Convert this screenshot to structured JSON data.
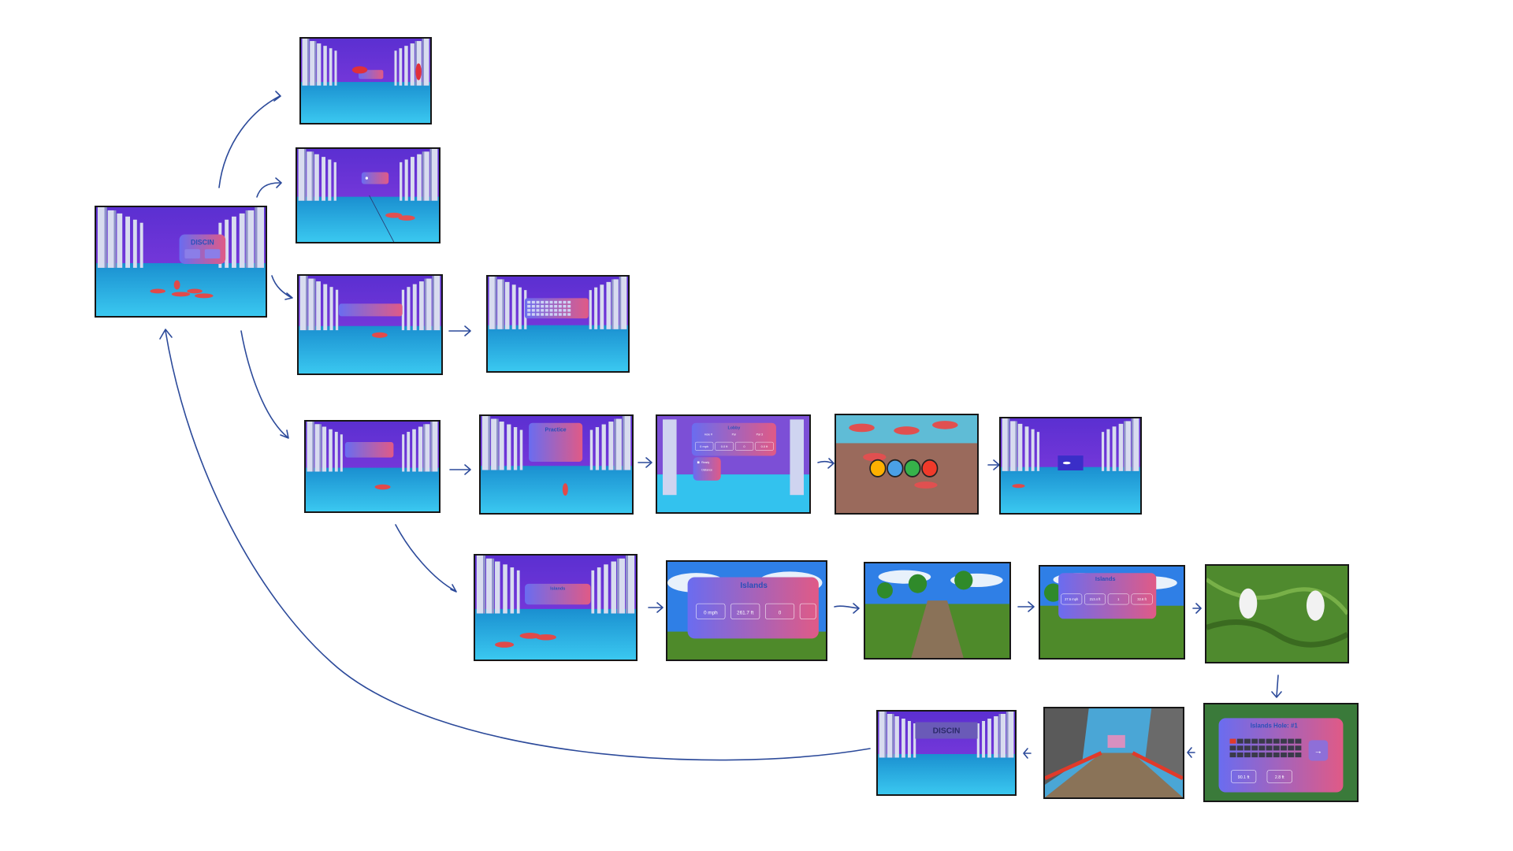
{
  "colors": {
    "ink": "#2c4a9a",
    "frame": "#161616",
    "pillar": "#d8dcef",
    "pillar_shadow": "#8e93c8",
    "sky_purple": "#7a2fd6",
    "water": "#26b9e8",
    "water_dark": "#1a8fd0",
    "panel_a": "#6a6cf0",
    "panel_b": "#e05a86",
    "grass": "#4e8a2a",
    "sky_blue": "#2f7fe6"
  },
  "screens": {
    "home": {
      "title": "DISCIN"
    },
    "practice": {
      "title": "Practice"
    },
    "lobby": {
      "title": "Lobby",
      "cols": [
        "Hole #",
        "Par",
        "Par 3"
      ],
      "stats": [
        "0 mph",
        "0.0 ft",
        "0",
        "0.0 ft"
      ],
      "ready": "Ready",
      "distance": "Distance"
    },
    "islands_menu": {
      "title": "Islands"
    },
    "islands_stats": {
      "title": "Islands",
      "stats": [
        "0 mph",
        "261.7 ft",
        "0"
      ]
    },
    "islands_small": {
      "title": "Islands",
      "stats": [
        "27.5 mph",
        "213.4 ft",
        "1",
        "32.6 ft"
      ]
    },
    "islands_hole": {
      "title": "Islands Hole: #1",
      "stats": [
        "90.1 ft",
        "2.8 ft"
      ],
      "next": "→"
    },
    "end": {
      "title": "DISCIN"
    }
  }
}
